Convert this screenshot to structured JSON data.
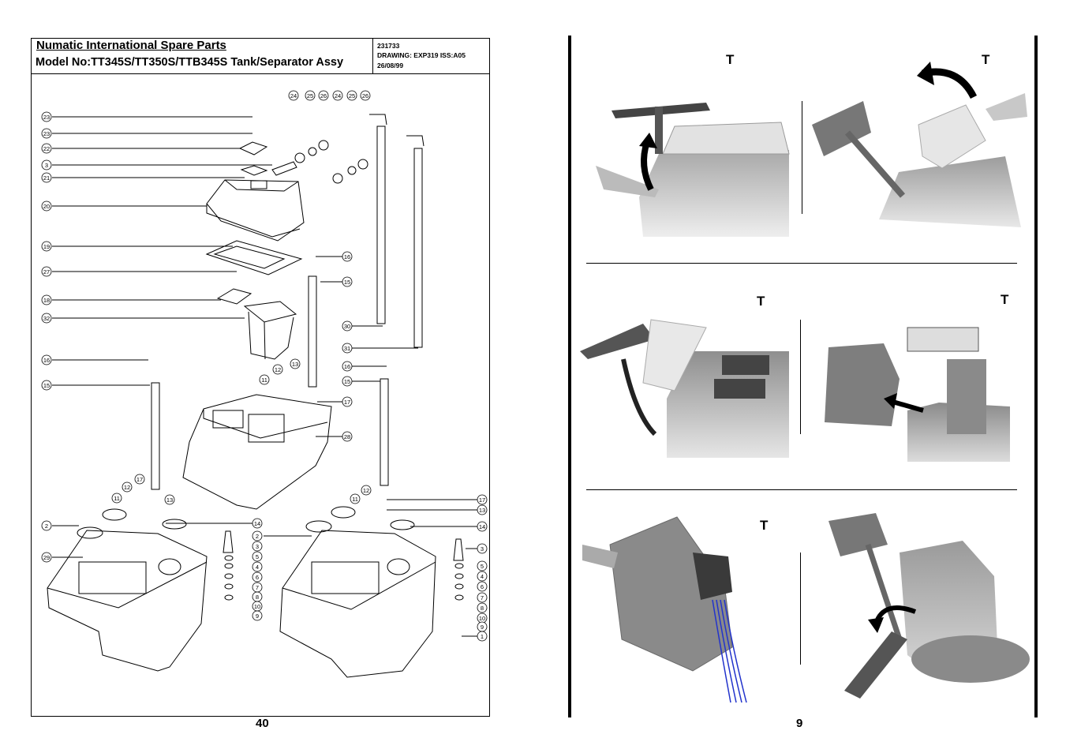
{
  "left_page": {
    "company": "Numatic International Spare Parts",
    "model": "Model No:TT345S/TT350S/TTB345S Tank/Separator Assy",
    "ref_number": "231733",
    "drawing": "DRAWING: EXP319  ISS:A05",
    "date": "26/08/99",
    "page_number": "40",
    "callouts_left": [
      "23",
      "23",
      "22",
      "3",
      "21",
      "20",
      "19",
      "27",
      "18",
      "32",
      "16",
      "15",
      "2",
      "29"
    ],
    "callouts_top": [
      "24",
      "25",
      "26",
      "24",
      "25",
      "26"
    ],
    "callouts_right": [
      "16",
      "15",
      "30",
      "31",
      "16",
      "15",
      "17",
      "28",
      "17",
      "13",
      "14",
      "3",
      "5",
      "4",
      "6",
      "7",
      "8",
      "10",
      "9",
      "1"
    ],
    "callouts_inner": [
      "12",
      "13",
      "11",
      "17",
      "12",
      "13",
      "11",
      "14",
      "3",
      "5",
      "4",
      "6",
      "7",
      "8",
      "10",
      "9",
      "12",
      "11",
      "2"
    ]
  },
  "right_page": {
    "page_number": "9",
    "t_labels": [
      "T",
      "T",
      "T",
      "T",
      "T"
    ]
  },
  "colors": {
    "ink": "#000000",
    "photo_gray": "#8c8c8c",
    "water_blue": "#2233cc"
  }
}
